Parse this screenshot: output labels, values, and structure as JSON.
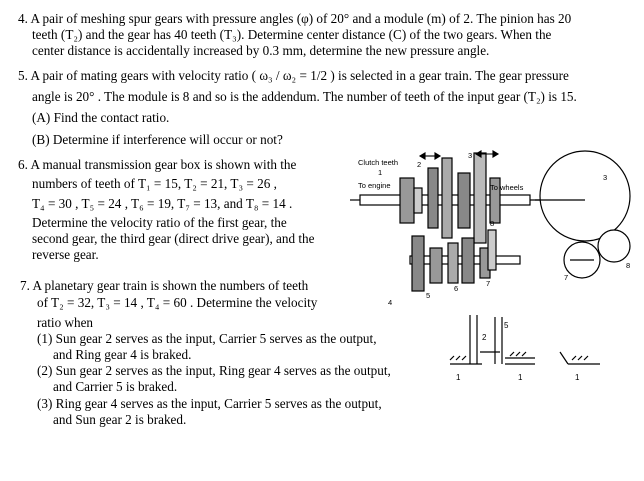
{
  "p4": {
    "l1": "4. A pair of meshing spur gears with pressure angles (φ) of 20° and a module (m) of 2. The pinion has 20",
    "l2": "teeth (T₂) and the gear has 40 teeth (T₃). Determine center distance (C) of the two gears. When the",
    "l3": "center distance is accidentally increased by 0.3 mm, determine the new pressure angle."
  },
  "p5": {
    "l1": "5. A pair of mating gears with velocity ratio ( ω₃ / ω₂ = 1/2 ) is selected in a gear train. The gear pressure",
    "l2": "angle is  20° . The module is 8 and so is the addendum. The number of teeth of the input gear (T₂) is 15.",
    "a": "(A) Find the contact ratio.",
    "b": "(B) Determine if interference will occur or not?"
  },
  "p6": {
    "l1": "6. A manual transmission gear box is shown with the",
    "l2": "numbers of teeth of  T₁ = 15,  T₂ = 21,  T₃ = 26 ,",
    "l3": "T₄ = 30 ,  T₅ = 24 ,  T₆ = 19,  T₇ = 13, and  T₈ = 14 .",
    "l4": "Determine the velocity ratio of the first gear, the",
    "l5": "second gear, the third gear (direct drive gear), and the",
    "l6": "reverse gear."
  },
  "p7": {
    "l1": "7. A planetary gear train is shown the numbers of teeth",
    "l2": "of  T₂ = 32,  T₃ = 14 ,  T₄ = 60 . Determine the velocity",
    "l3": "ratio when",
    "i1a": "(1) Sun gear 2 serves as the input, Carrier 5 serves as the output,",
    "i1b": "and Ring gear 4 is braked.",
    "i2a": "(2) Sun gear 2 serves as the input, Ring gear 4 serves as the output,",
    "i2b": "and Carrier 5 is braked.",
    "i3a": "(3) Ring gear 4 serves as the input, Carrier 5 serves as the output,",
    "i3b": "and Sun gear 2 is braked."
  },
  "gearbox": {
    "clutch_teeth": "Clutch teeth",
    "to_engine": "To engine",
    "to_wheels": "To wheels",
    "n1": "1",
    "n2": "2",
    "n3": "3",
    "n4": "4",
    "n5": "5",
    "n6": "6",
    "n7": "7",
    "n8": "8",
    "n3r": "3",
    "n7r": "7",
    "n8r": "8"
  },
  "planetary": {
    "n2": "2",
    "n5": "5",
    "g1a": "1",
    "g1b": "1",
    "g1c": "1"
  }
}
